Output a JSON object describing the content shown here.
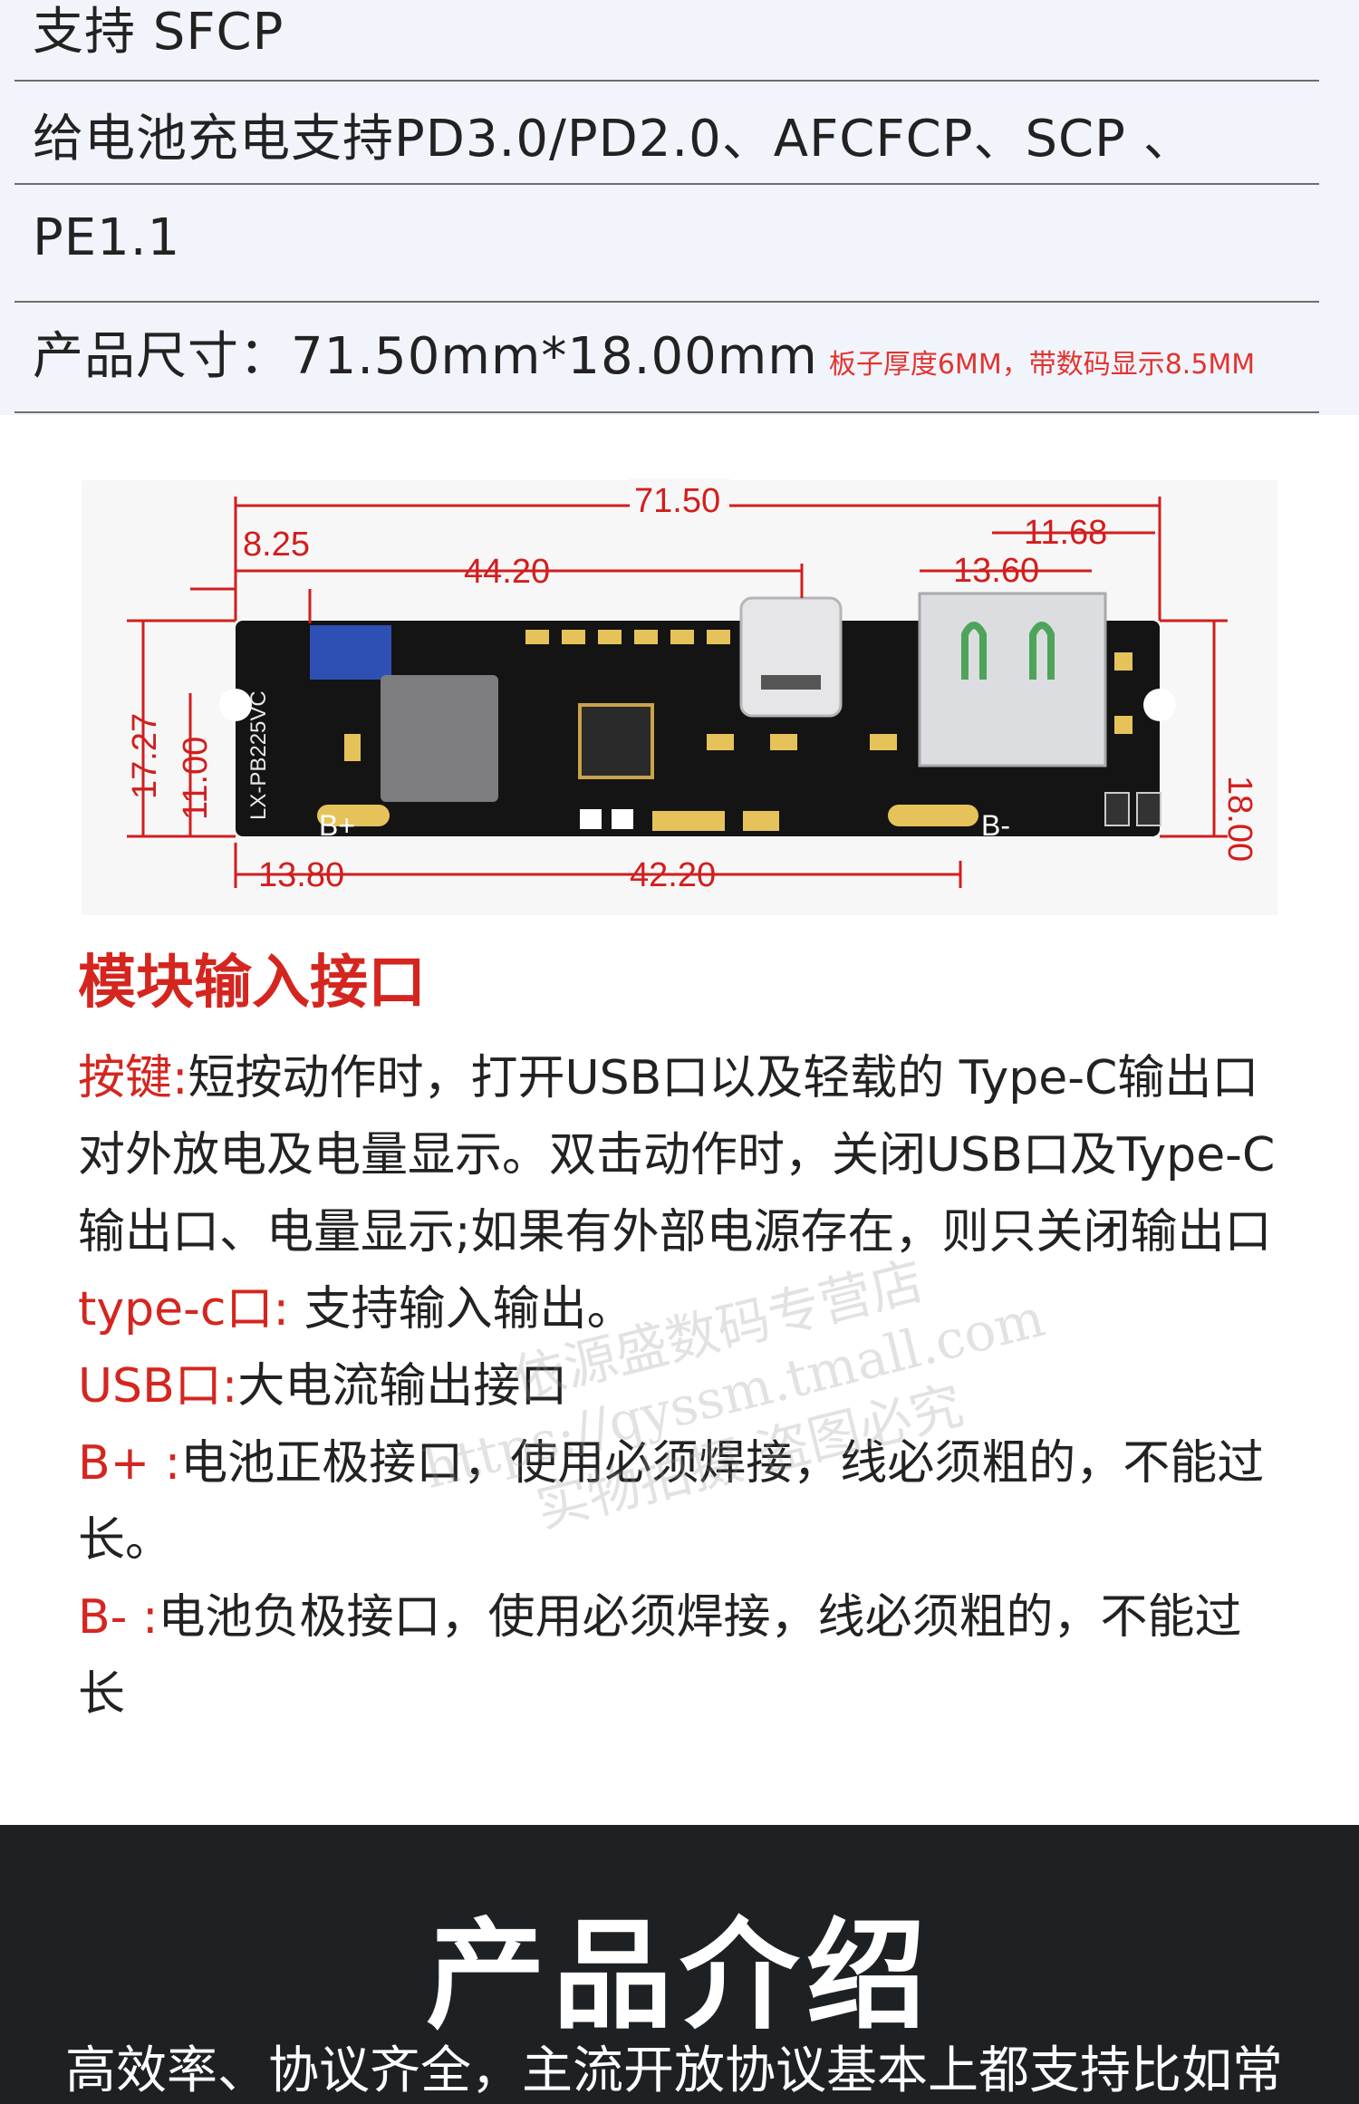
{
  "spec": {
    "row1": "支持 SFCP",
    "row2": "给电池充电支持PD3.0/PD2.0、AFCFCP、SCP 、",
    "row3": "PE1.1",
    "row4_main": "产品尺寸：71.50mm*18.00mm",
    "row4_note": "板子厚度6MM，带数码显示8.5MM"
  },
  "diagram": {
    "dims": {
      "total_length": "71.50",
      "left_offset": "8.25",
      "to_typec": "44.20",
      "usb_width": "11.68",
      "usb_offset": "13.60",
      "height_left": "17.27",
      "inner_height": "11.00",
      "height_right": "18.00",
      "bottom_left": "13.80",
      "bottom_mid": "42.20"
    },
    "board_label": "LX-PB225VC",
    "b_plus": "B+",
    "b_minus": "B-"
  },
  "description": {
    "heading": "模块输入接口",
    "items": [
      {
        "label": "按键:",
        "text": "短按动作时，打开USB口以及轻载的 Type-C输出口对外放电及电量显示。双击动作时，关闭USB口及Type-C输出口、电量显示;如果有外部电源存在，则只关闭输出口"
      },
      {
        "label": "type-c口:",
        "text": " 支持输入输出。"
      },
      {
        "label": "USB口:",
        "text": "大电流输出接口"
      },
      {
        "label": "B+ :",
        "text": "电池正极接口，使用必须焊接，线必须粗的，不能过长。"
      },
      {
        "label": "B- :",
        "text": "电池负极接口，使用必须焊接，线必须粗的，不能过长"
      }
    ]
  },
  "watermark": {
    "line1": "依源盛数码专营店",
    "line2": "https://qyssm.tmall.com",
    "line3": "实物拍摄 盗图必究"
  },
  "intro": {
    "title": "产品介绍",
    "text": "高效率、协议齐全，主流开放协议基本上都支持比如常"
  },
  "colors": {
    "accent_red": "#d4261f",
    "dim_red": "#d21e1e",
    "dark_band": "#1e2124",
    "spec_bg": "#f2f4fb"
  }
}
